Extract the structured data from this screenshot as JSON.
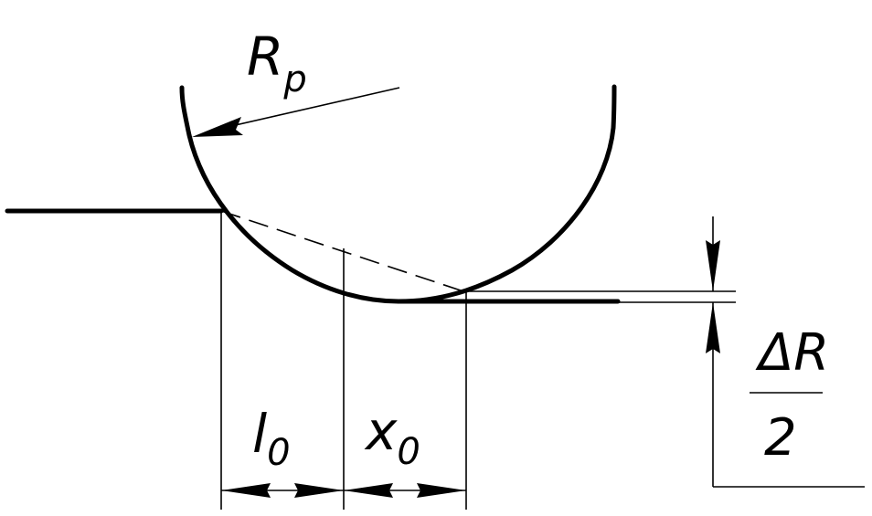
{
  "labels": {
    "radius": "R",
    "radius_sub": "p",
    "length": "l",
    "length_sub": "0",
    "offset": "x",
    "offset_sub": "0",
    "fraction_numerator": "ΔR",
    "fraction_denominator": "2"
  }
}
